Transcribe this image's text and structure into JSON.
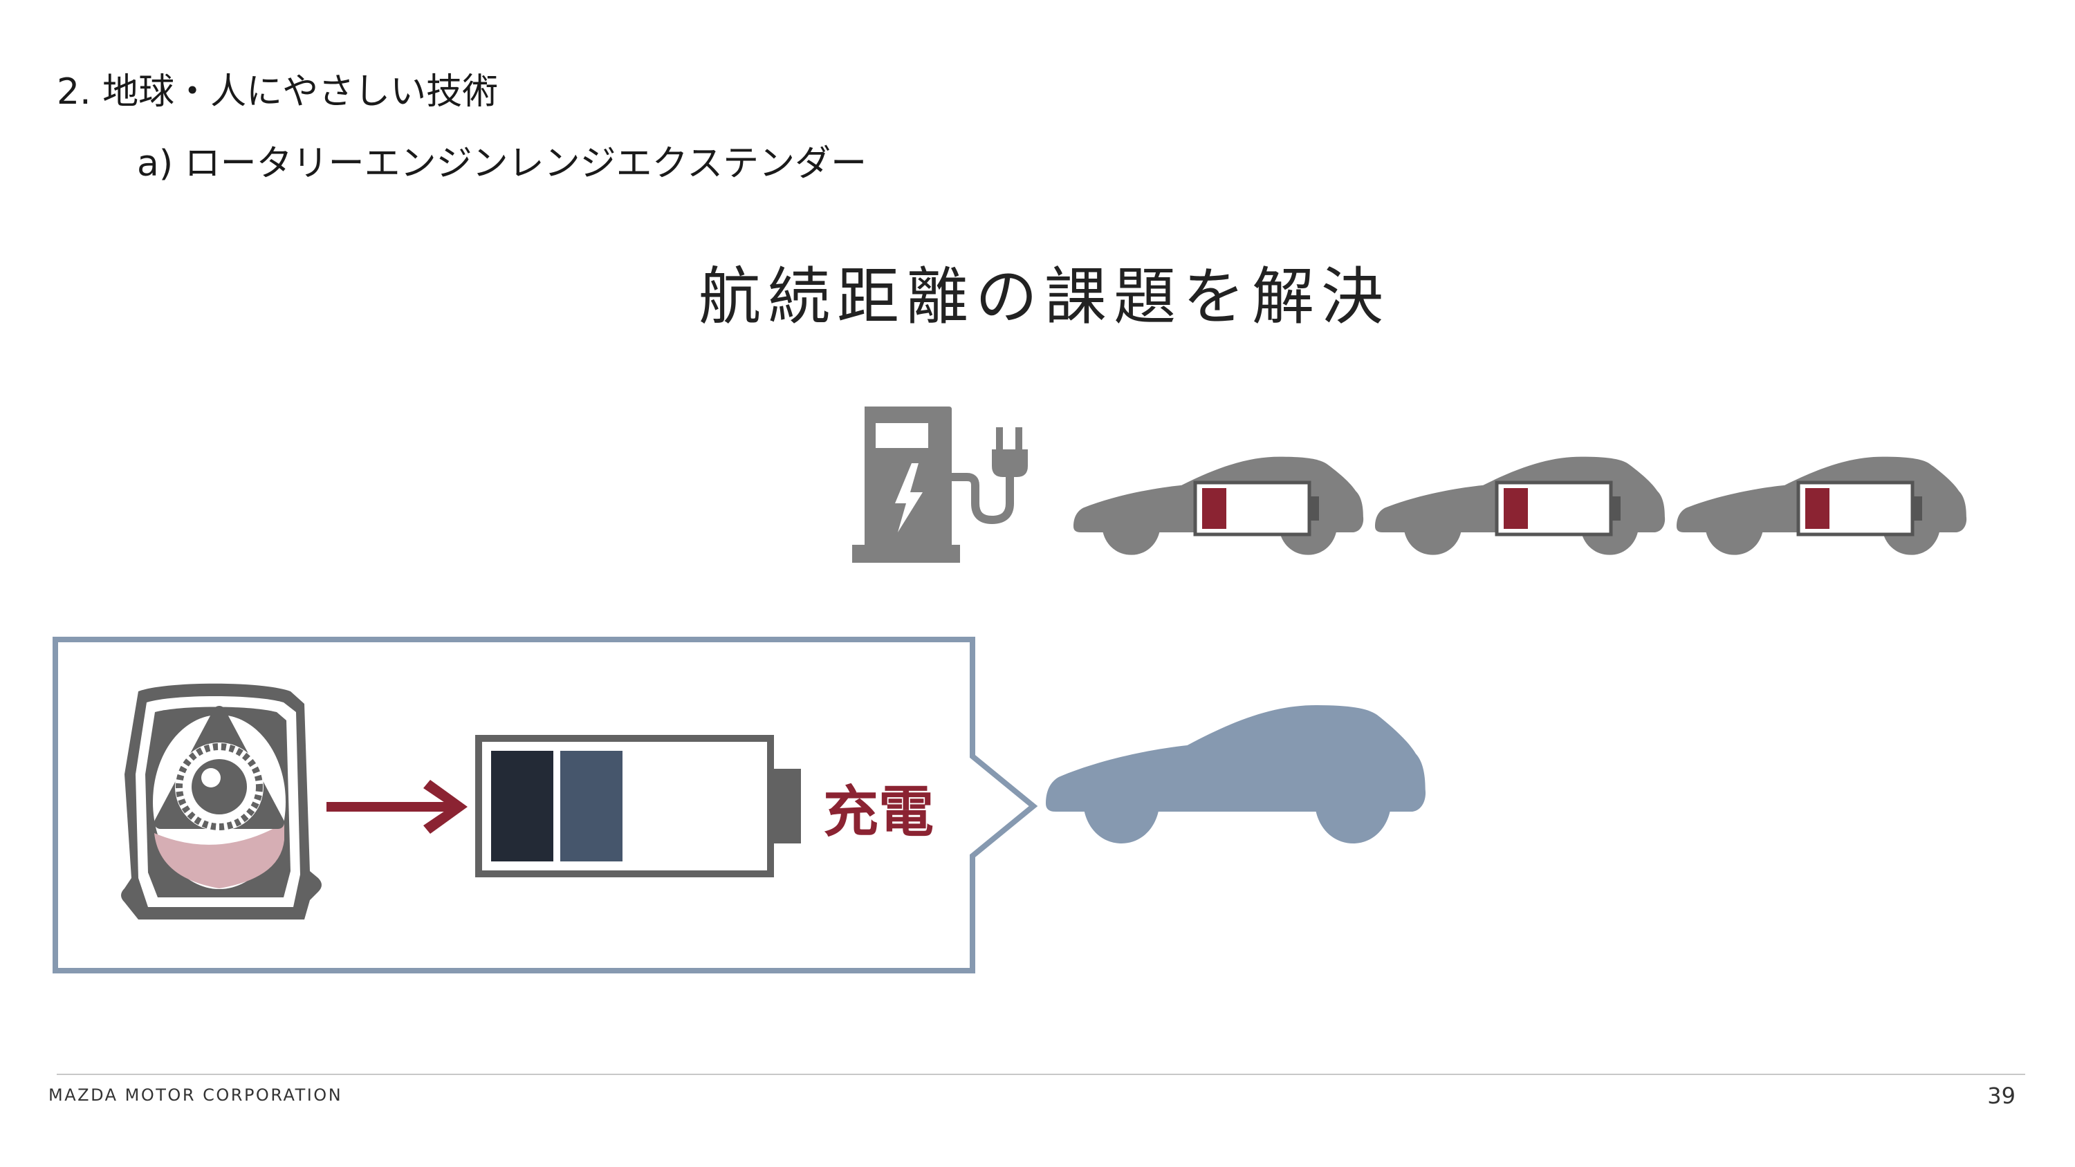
{
  "header": {
    "section_title": "2. 地球・人にやさしい技術",
    "subsection_title": "a) ロータリーエンジンレンジエクステンダー"
  },
  "headline": "航続距離の課題を解決",
  "diagram": {
    "charge_label": "充電",
    "colors": {
      "gray_icon": "#808080",
      "low_battery_red": "#8b2332",
      "callout_border": "#8699b0",
      "ev_car_blue": "#8699b0",
      "battery_cell_dark": "#232a36",
      "battery_cell_mid": "#46566c",
      "engine_pink": "#d6aeb4",
      "arrow_red": "#8b2332"
    },
    "icons": [
      "charging-station-icon",
      "plug-icon",
      "car-icon",
      "battery-icon",
      "rotary-engine-icon",
      "arrow-right-icon"
    ]
  },
  "footer": {
    "company": "MAZDA MOTOR CORPORATION",
    "page_number": "39"
  }
}
